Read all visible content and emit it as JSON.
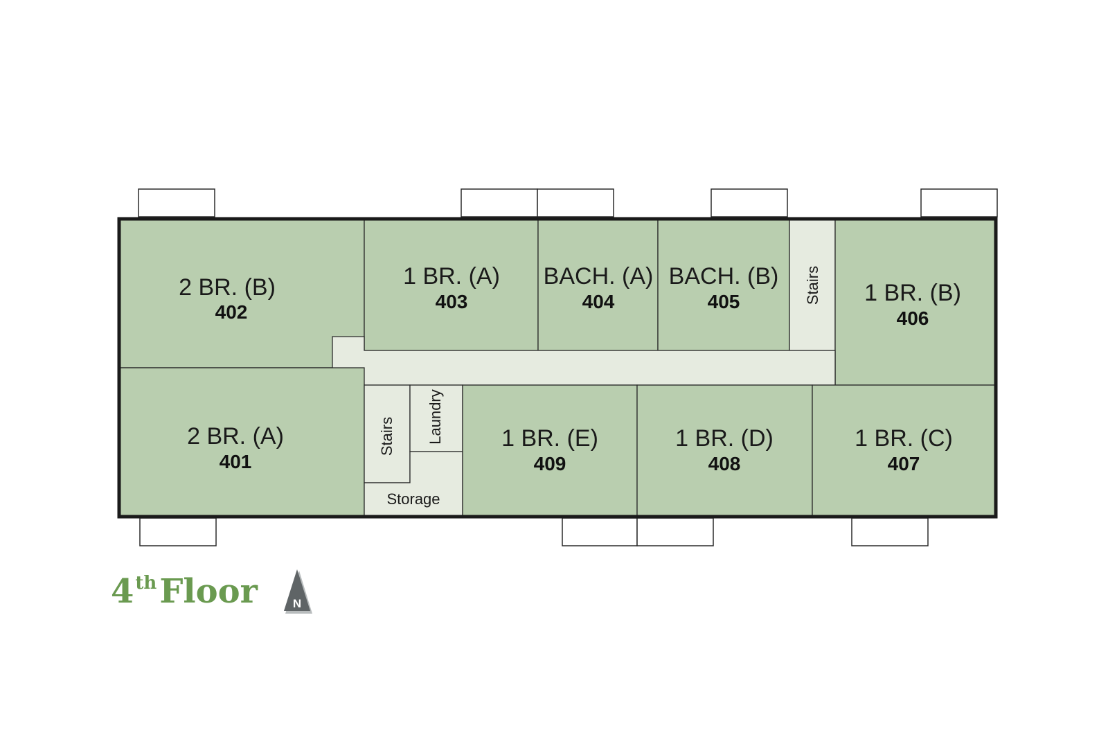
{
  "colors": {
    "unit_fill": "#b9ceaf",
    "common_fill": "#e6ebe0",
    "title_color": "#6a9a50",
    "north_arrow": "#5f6466"
  },
  "units": {
    "u402": {
      "type": "2 BR. (B)",
      "number": "402"
    },
    "u403": {
      "type": "1 BR. (A)",
      "number": "403"
    },
    "u404": {
      "type": "BACH. (A)",
      "number": "404"
    },
    "u405": {
      "type": "BACH. (B)",
      "number": "405"
    },
    "u406": {
      "type": "1 BR. (B)",
      "number": "406"
    },
    "u401": {
      "type": "2 BR. (A)",
      "number": "401"
    },
    "u409": {
      "type": "1 BR. (E)",
      "number": "409"
    },
    "u408": {
      "type": "1 BR. (D)",
      "number": "408"
    },
    "u407": {
      "type": "1 BR. (C)",
      "number": "407"
    }
  },
  "common_areas": {
    "stairs_north": "Stairs",
    "stairs_south": "Stairs",
    "laundry": "Laundry",
    "storage": "Storage"
  },
  "title": {
    "number": "4",
    "suffix": "th",
    "word": "Floor"
  },
  "north_arrow": {
    "label": "N",
    "icon": "north-arrow-icon"
  }
}
